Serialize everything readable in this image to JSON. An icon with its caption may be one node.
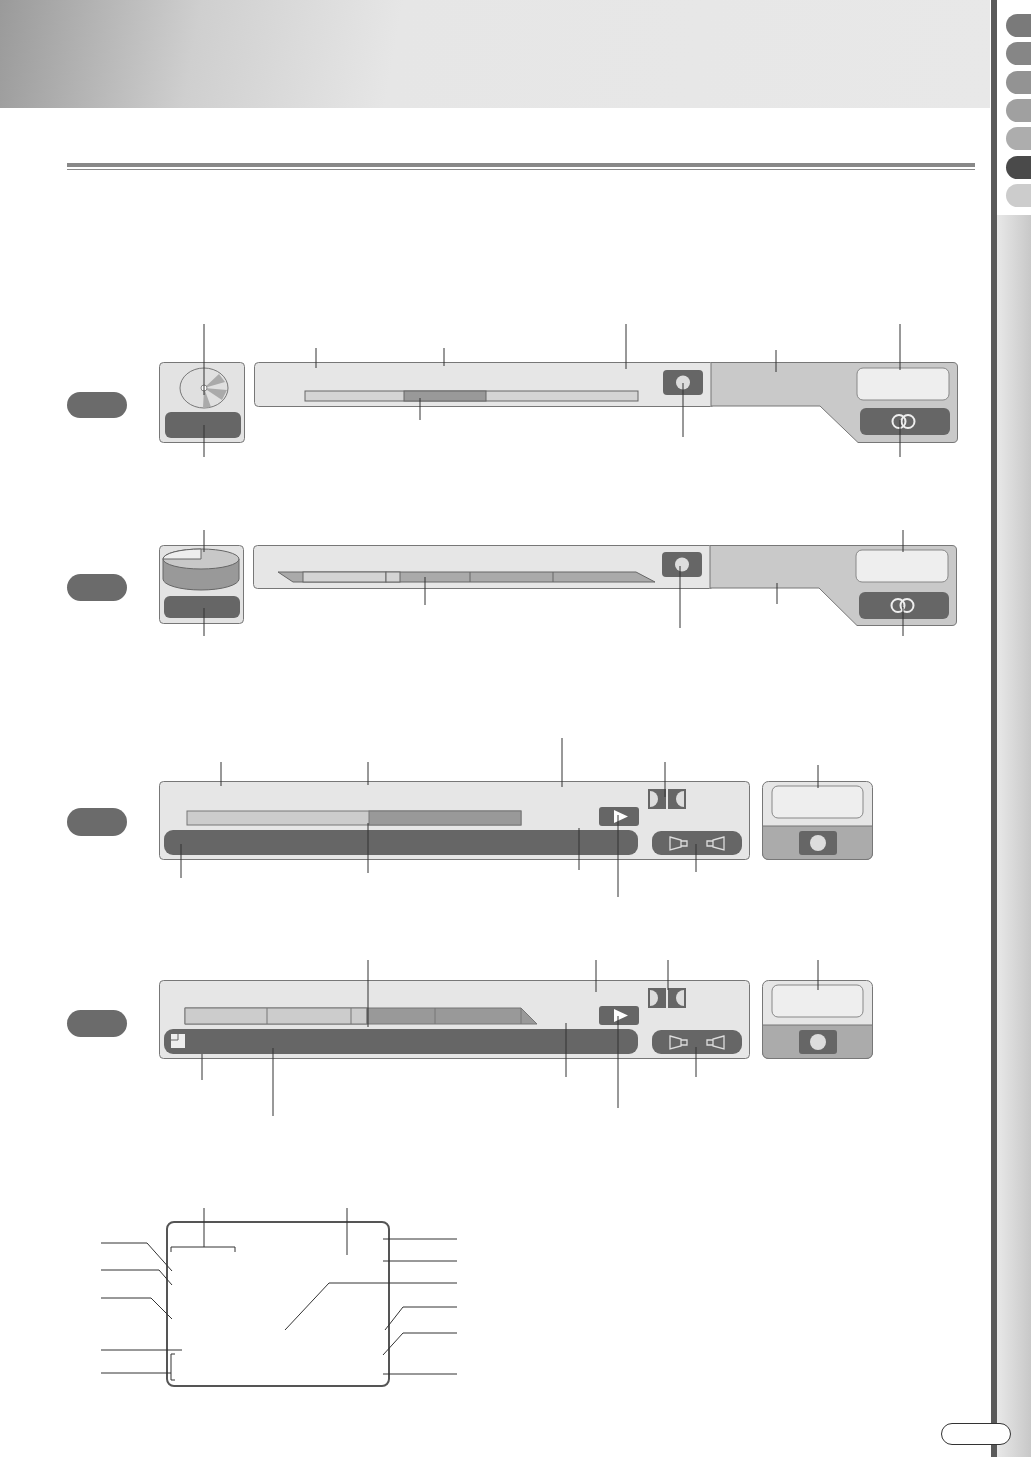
{
  "diagram": {
    "nodes": [
      {
        "text": [],
        "shape": "box"
      },
      {
        "text": [],
        "shape": "box"
      },
      {
        "text": [],
        "shape": "box"
      },
      {
        "text": [],
        "shape": "box"
      },
      {
        "text": [],
        "shape": "box"
      },
      {
        "text": [],
        "shape": "box"
      },
      {
        "text": [],
        "shape": "box"
      },
      {
        "text": [],
        "shape": "box"
      },
      {
        "text": [],
        "shape": "box"
      },
      {
        "text": [],
        "shape": "box"
      },
      {
        "text": [],
        "shape": "box"
      },
      {
        "text": [],
        "shape": "box"
      },
      {
        "text": [],
        "shape": "box"
      }
    ],
    "edges": [
      {
        "from": null,
        "to": 1,
        "arrow": "none"
      },
      {
        "from": null,
        "to": 2,
        "arrow": "none"
      },
      {
        "from": null,
        "to": 2,
        "arrow": "none"
      },
      {
        "from": null,
        "to": 2,
        "arrow": "none"
      },
      {
        "from": null,
        "to": 2,
        "arrow": "none"
      },
      {
        "from": null,
        "to": 2,
        "arrow": "none"
      },
      {
        "from": null,
        "to": 2,
        "arrow": "none"
      },
      {
        "from": null,
        "to": 2,
        "arrow": "none"
      },
      {
        "from": null,
        "to": 1,
        "arrow": "none"
      },
      {
        "from": null,
        "to": 2,
        "arrow": "none"
      },
      {
        "from": null,
        "to": 4,
        "arrow": "none"
      },
      {
        "from": null,
        "to": 5,
        "arrow": "none"
      },
      {
        "from": null,
        "to": 4,
        "arrow": "none"
      },
      {
        "from": null,
        "to": 5,
        "arrow": "none"
      },
      {
        "from": null,
        "to": 5,
        "arrow": "none"
      },
      {
        "from": null,
        "to": 5,
        "arrow": "none"
      },
      {
        "from": null,
        "to": 5,
        "arrow": "none"
      },
      {
        "from": null,
        "to": 7,
        "arrow": "none"
      },
      {
        "from": null,
        "to": 7,
        "arrow": "none"
      },
      {
        "from": null,
        "to": 7,
        "arrow": "none"
      },
      {
        "from": null,
        "to": 7,
        "arrow": "none"
      },
      {
        "from": null,
        "to": 8,
        "arrow": "none"
      },
      {
        "from": null,
        "to": 7,
        "arrow": "none"
      },
      {
        "from": null,
        "to": 7,
        "arrow": "none"
      },
      {
        "from": null,
        "to": 7,
        "arrow": "none"
      },
      {
        "from": null,
        "to": 7,
        "arrow": "none"
      },
      {
        "from": null,
        "to": 7,
        "arrow": "none"
      },
      {
        "from": null,
        "to": 10,
        "arrow": "none"
      },
      {
        "from": null,
        "to": 10,
        "arrow": "none"
      },
      {
        "from": null,
        "to": 10,
        "arrow": "none"
      },
      {
        "from": null,
        "to": 11,
        "arrow": "none"
      },
      {
        "from": null,
        "to": 10,
        "arrow": "none"
      },
      {
        "from": null,
        "to": 10,
        "arrow": "none"
      },
      {
        "from": null,
        "to": 10,
        "arrow": "none"
      },
      {
        "from": null,
        "to": 10,
        "arrow": "none"
      },
      {
        "from": null,
        "to": 10,
        "arrow": "none"
      },
      {
        "from": null,
        "to": 12,
        "arrow": "none"
      },
      {
        "from": null,
        "to": 12,
        "arrow": "none"
      },
      {
        "from": null,
        "to": 12,
        "arrow": "none"
      },
      {
        "from": null,
        "to": 12,
        "arrow": "none"
      },
      {
        "from": null,
        "to": 12,
        "arrow": "none"
      },
      {
        "from": null,
        "to": 12,
        "arrow": "none"
      },
      {
        "from": null,
        "to": 12,
        "arrow": "none"
      },
      {
        "from": null,
        "to": 12,
        "arrow": "none"
      },
      {
        "from": null,
        "to": 12,
        "arrow": "none"
      },
      {
        "from": null,
        "to": 12,
        "arrow": "none"
      },
      {
        "from": null,
        "to": 12,
        "arrow": "none"
      },
      {
        "from": null,
        "to": 12,
        "arrow": "none"
      },
      {
        "from": null,
        "to": 12,
        "arrow": "none"
      }
    ]
  }
}
